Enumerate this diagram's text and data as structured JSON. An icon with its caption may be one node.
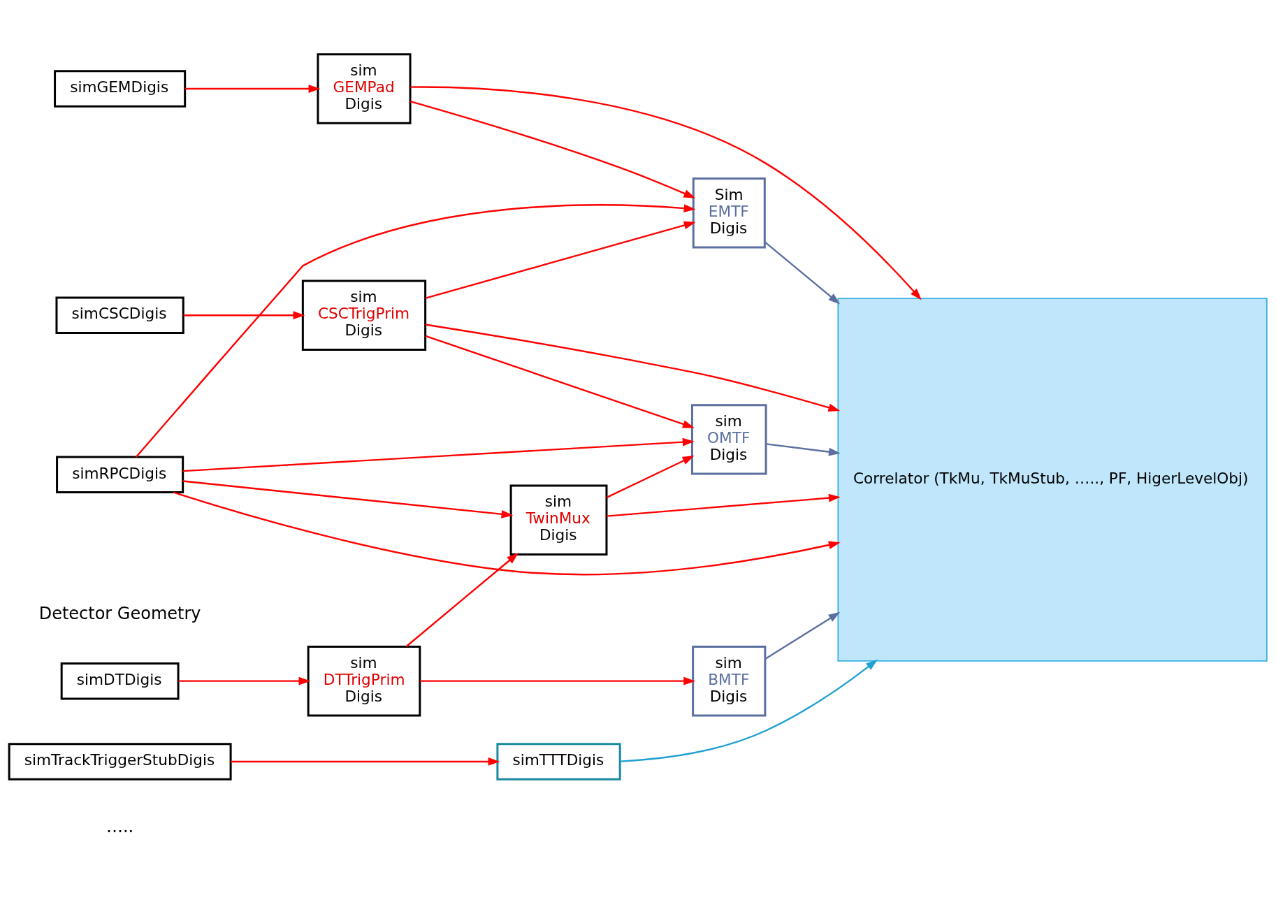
{
  "diagram": {
    "nodes": [
      {
        "text": [
          "simDTDigis"
        ]
      },
      {
        "text": [
          "simRPCDigis"
        ]
      },
      {
        "text": [
          "simCSCDigis"
        ]
      },
      {
        "text": [
          "simGEMDigis"
        ]
      },
      {
        "text": [
          "sim DTTrigPrim Digis"
        ]
      },
      {
        "text": [
          "sim CSCTrigPrim Digis"
        ]
      },
      {
        "text": [
          "sim GEMPad Digis"
        ]
      },
      {
        "text": [
          "sim TwinMux Digis"
        ]
      },
      {
        "text": [
          "sim BMTF Digis"
        ]
      },
      {
        "text": [
          "sim OMTF Digis"
        ]
      },
      {
        "text": [
          "Sim EMTF Digis"
        ]
      },
      {
        "text": [
          "simTTTDigis"
        ]
      },
      {
        "text": [
          "simTrackTriggerStubDigis"
        ]
      },
      {
        "text": [
          "Correlator (TkMu, TkMuStub, ….., PF, HigerLevelObj)"
        ]
      }
    ],
    "edges": [
      {
        "from": 0,
        "to": 4,
        "arrow": "to"
      },
      {
        "from": 4,
        "to": 7,
        "arrow": "to"
      },
      {
        "from": 4,
        "to": 8,
        "arrow": "to"
      },
      {
        "from": 1,
        "to": 7,
        "arrow": "to"
      },
      {
        "from": 1,
        "to": 9,
        "arrow": "to"
      },
      {
        "from": 1,
        "to": 13,
        "arrow": "to"
      },
      {
        "from": 1,
        "to": 10,
        "arrow": "to"
      },
      {
        "from": 2,
        "to": 5,
        "arrow": "to"
      },
      {
        "from": 3,
        "to": 6,
        "arrow": "to"
      },
      {
        "from": 7,
        "to": 13,
        "arrow": "to"
      },
      {
        "from": 7,
        "to": 9,
        "arrow": "to"
      },
      {
        "from": 5,
        "to": 9,
        "arrow": "to"
      },
      {
        "from": 5,
        "to": 10,
        "arrow": "to"
      },
      {
        "from": 5,
        "to": 13,
        "arrow": "to"
      },
      {
        "from": 6,
        "to": 10,
        "arrow": "to"
      },
      {
        "from": 6,
        "to": 13,
        "arrow": "to"
      },
      {
        "from": 8,
        "to": 13,
        "arrow": "to",
        "color": "#5b6fa0"
      },
      {
        "from": 9,
        "to": 13,
        "arrow": "to",
        "color": "#5b6fa0"
      },
      {
        "from": 10,
        "to": 13,
        "arrow": "to",
        "color": "#5b6fa0"
      },
      {
        "from": 11,
        "to": 13,
        "arrow": "to",
        "color": "#1ea0d0"
      },
      {
        "from": 12,
        "to": 11,
        "arrow": "to"
      }
    ],
    "labels": [
      "Detector Geometry",
      "….."
    ]
  }
}
